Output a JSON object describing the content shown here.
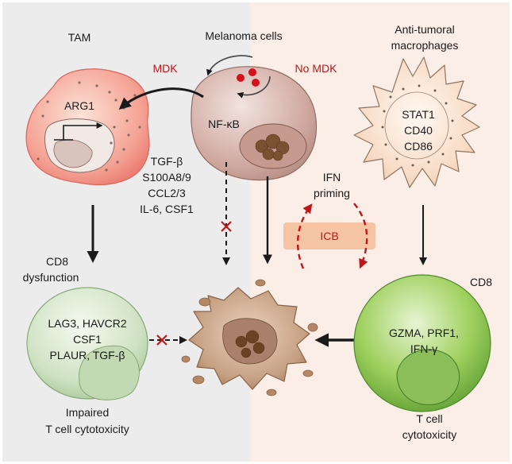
{
  "colors": {
    "left_panel": "#ececec",
    "right_panel": "#fbeee6",
    "mdk_red": "#c0161b",
    "arrow": "#1a1a1a",
    "icb_box": "#f5c4a3"
  },
  "header": {
    "tam": "TAM",
    "melanoma_cells": "Melanoma cells",
    "anti_tumoral_line1": "Anti-tumoral",
    "anti_tumoral_line2": "macrophages"
  },
  "labels": {
    "mdk": "MDK",
    "no_mdk": "No MDK"
  },
  "tam_cell": {
    "marker": "ARG1"
  },
  "melanoma_cell": {
    "marker": "NF-κB"
  },
  "secreted_factors": [
    "TGF-β",
    "S100A8/9",
    "CCL2/3",
    "IL-6, CSF1"
  ],
  "anti_macrophage": {
    "markers": [
      "STAT1",
      "CD40",
      "CD86"
    ]
  },
  "ifn_priming": {
    "line1": "IFN",
    "line2": "priming"
  },
  "icb": "ICB",
  "cd8_dysfunction": {
    "line1": "CD8",
    "line2": "dysfunction"
  },
  "dysfunctional_tcell": {
    "markers": [
      "LAG3, HAVCR2",
      "CSF1",
      "PLAUR, TGF-β"
    ]
  },
  "impaired": {
    "line1": "Impaired",
    "line2": "T cell cytotoxicity"
  },
  "cd8_right": "CD8",
  "cytotoxic_tcell": {
    "markers": [
      "GZMA, PRF1,",
      "IFN-γ"
    ]
  },
  "tcell_cytotoxicity": {
    "line1": "T cell",
    "line2": "cytotoxicity"
  }
}
